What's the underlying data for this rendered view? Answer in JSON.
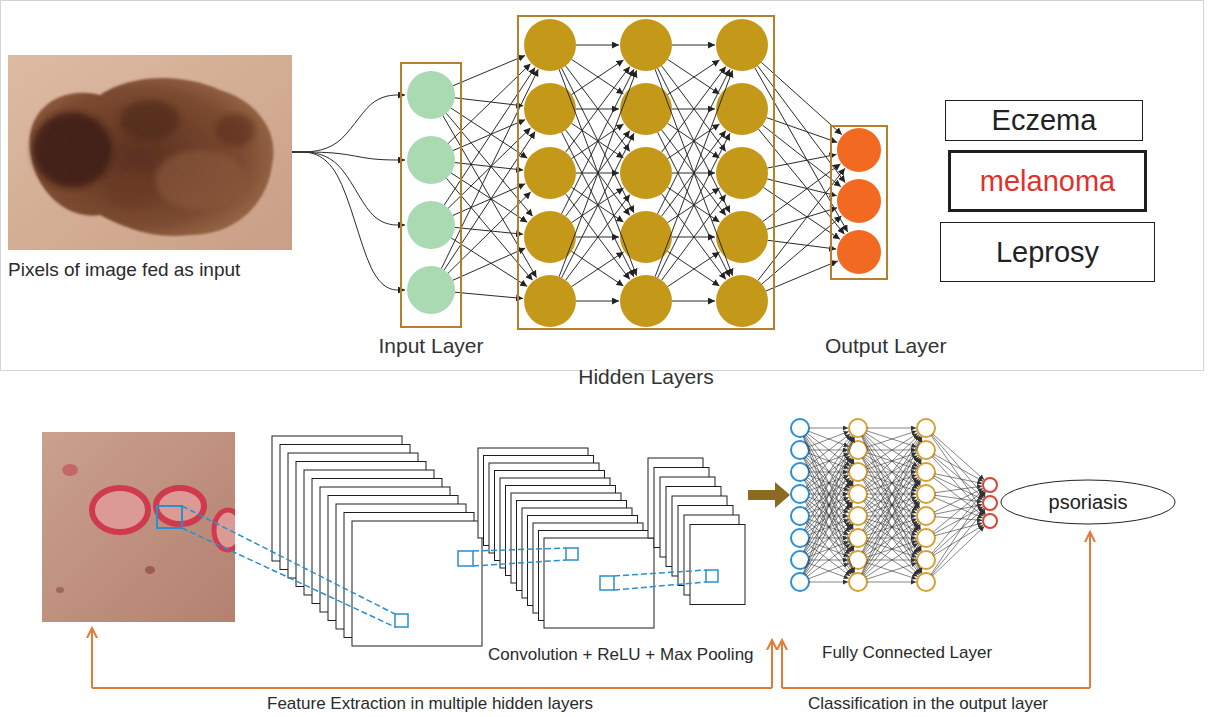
{
  "diagram": {
    "nodes": [
      {
        "text": [
          "Input Layer"
        ]
      },
      {
        "text": [
          "Hidden Layers"
        ]
      },
      {
        "text": [
          "Output Layer"
        ]
      },
      {
        "text": [
          "Eczema"
        ]
      },
      {
        "text": [
          "melanoma"
        ]
      },
      {
        "text": [
          "Leprosy"
        ]
      },
      {
        "text": [
          "psoriasis"
        ]
      }
    ],
    "labels": [
      "Pixels of image fed as input",
      "Convolution + ReLU + Max Pooling",
      "Fully Connected Layer",
      "Feature Extraction in multiple hidden layers",
      "Classification in the output layer"
    ]
  }
}
